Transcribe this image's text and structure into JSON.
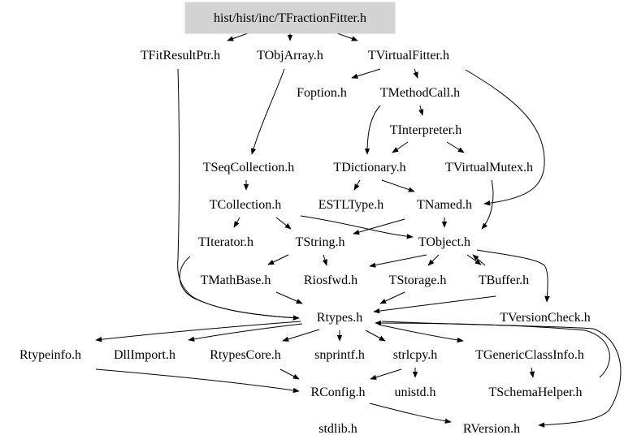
{
  "diagram": {
    "root": "hist/hist/inc/TFractionFitter.h",
    "nodes": [
      {
        "id": "root",
        "label": "hist/hist/inc/TFractionFitter.h"
      },
      {
        "id": "tfitresultptr",
        "label": "TFitResultPtr.h"
      },
      {
        "id": "tobjarray",
        "label": "TObjArray.h"
      },
      {
        "id": "tvirtualfitter",
        "label": "TVirtualFitter.h"
      },
      {
        "id": "foption",
        "label": "Foption.h"
      },
      {
        "id": "tmethodcall",
        "label": "TMethodCall.h"
      },
      {
        "id": "tinterpreter",
        "label": "TInterpreter.h"
      },
      {
        "id": "tseqcollection",
        "label": "TSeqCollection.h"
      },
      {
        "id": "tdictionary",
        "label": "TDictionary.h"
      },
      {
        "id": "tvirtualmutex",
        "label": "TVirtualMutex.h"
      },
      {
        "id": "tcollection",
        "label": "TCollection.h"
      },
      {
        "id": "estltype",
        "label": "ESTLType.h"
      },
      {
        "id": "tnamed",
        "label": "TNamed.h"
      },
      {
        "id": "titerator",
        "label": "TIterator.h"
      },
      {
        "id": "tstring",
        "label": "TString.h"
      },
      {
        "id": "tobject",
        "label": "TObject.h"
      },
      {
        "id": "tmathbase",
        "label": "TMathBase.h"
      },
      {
        "id": "riosfwd",
        "label": "Riosfwd.h"
      },
      {
        "id": "tstorage",
        "label": "TStorage.h"
      },
      {
        "id": "tbuffer",
        "label": "TBuffer.h"
      },
      {
        "id": "rtypes",
        "label": "Rtypes.h"
      },
      {
        "id": "tversioncheck",
        "label": "TVersionCheck.h"
      },
      {
        "id": "rtypeinfo",
        "label": "Rtypeinfo.h"
      },
      {
        "id": "dllimport",
        "label": "DllImport.h"
      },
      {
        "id": "rtypescore",
        "label": "RtypesCore.h"
      },
      {
        "id": "snprintf",
        "label": "snprintf.h"
      },
      {
        "id": "strlcpy",
        "label": "strlcpy.h"
      },
      {
        "id": "tgenericclassinfo",
        "label": "TGenericClassInfo.h"
      },
      {
        "id": "rconfig",
        "label": "RConfig.h"
      },
      {
        "id": "unistd",
        "label": "unistd.h"
      },
      {
        "id": "tschemahelper",
        "label": "TSchemaHelper.h"
      },
      {
        "id": "stdlib",
        "label": "stdlib.h"
      },
      {
        "id": "rversion",
        "label": "RVersion.h"
      }
    ],
    "edges": [
      [
        "root",
        "tfitresultptr"
      ],
      [
        "root",
        "tobjarray"
      ],
      [
        "root",
        "tvirtualfitter"
      ],
      [
        "tfitresultptr",
        "rtypes"
      ],
      [
        "tobjarray",
        "tseqcollection"
      ],
      [
        "tvirtualfitter",
        "foption"
      ],
      [
        "tvirtualfitter",
        "tmethodcall"
      ],
      [
        "tvirtualfitter",
        "tnamed"
      ],
      [
        "tmethodcall",
        "tinterpreter"
      ],
      [
        "tmethodcall",
        "tdictionary"
      ],
      [
        "tinterpreter",
        "tdictionary"
      ],
      [
        "tinterpreter",
        "tvirtualmutex"
      ],
      [
        "tseqcollection",
        "tcollection"
      ],
      [
        "tdictionary",
        "estltype"
      ],
      [
        "tdictionary",
        "tnamed"
      ],
      [
        "tvirtualmutex",
        "tobject"
      ],
      [
        "tcollection",
        "titerator"
      ],
      [
        "tcollection",
        "tstring"
      ],
      [
        "tcollection",
        "tobject"
      ],
      [
        "tnamed",
        "tobject"
      ],
      [
        "tnamed",
        "tstring"
      ],
      [
        "titerator",
        "rtypes"
      ],
      [
        "tstring",
        "riosfwd"
      ],
      [
        "tstring",
        "tmathbase"
      ],
      [
        "tobject",
        "riosfwd"
      ],
      [
        "tobject",
        "tstorage"
      ],
      [
        "tobject",
        "tbuffer"
      ],
      [
        "tobject",
        "tversioncheck"
      ],
      [
        "tmathbase",
        "rtypes"
      ],
      [
        "tstorage",
        "rtypes"
      ],
      [
        "tbuffer",
        "tobject"
      ],
      [
        "tversioncheck",
        "rtypes"
      ],
      [
        "rtypes",
        "rtypeinfo"
      ],
      [
        "rtypes",
        "dllimport"
      ],
      [
        "rtypes",
        "rtypescore"
      ],
      [
        "rtypes",
        "snprintf"
      ],
      [
        "rtypes",
        "strlcpy"
      ],
      [
        "rtypes",
        "tgenericclassinfo"
      ],
      [
        "rtypes",
        "rversion"
      ],
      [
        "rtypeinfo",
        "rconfig"
      ],
      [
        "rtypescore",
        "rconfig"
      ],
      [
        "strlcpy",
        "rconfig"
      ],
      [
        "strlcpy",
        "unistd"
      ],
      [
        "tgenericclassinfo",
        "tschemahelper"
      ],
      [
        "tschemahelper",
        "rtypes"
      ],
      [
        "rconfig",
        "rversion"
      ]
    ]
  }
}
